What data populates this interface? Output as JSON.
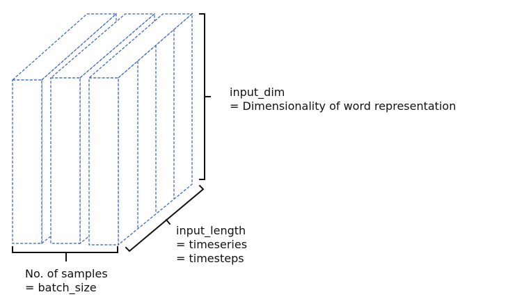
{
  "labels": {
    "input_dim": {
      "line1": "input_dim",
      "line2": "= Dimensionality of word representation"
    },
    "input_length": {
      "line1": "input_length",
      "line2": "= timeseries",
      "line3": "= timesteps"
    },
    "samples": {
      "line1": "No. of samples",
      "line2": "= batch_size"
    }
  },
  "colors": {
    "slab_stroke": "#2f5ec8",
    "bracket": "#111111"
  }
}
